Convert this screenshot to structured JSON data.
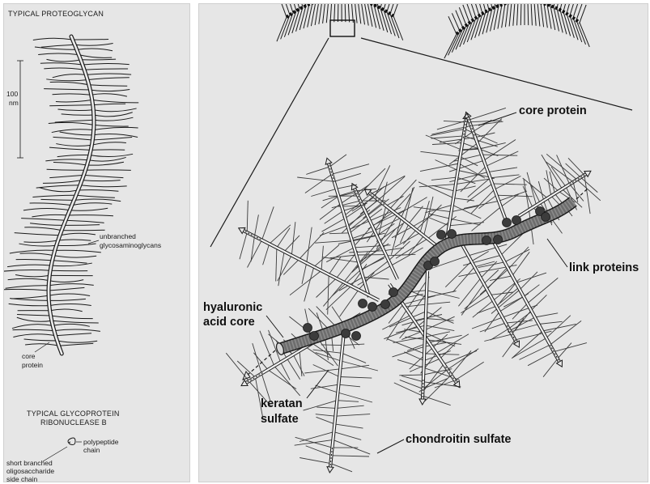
{
  "left": {
    "title": "TYPICAL PROTEOGLYCAN",
    "scale_value": "100",
    "scale_unit": "nm",
    "gag_label_1": "unbranched",
    "gag_label_2": "glycosaminoglycans",
    "core_label_1": "core",
    "core_label_2": "protein",
    "gp_title_1": "TYPICAL GLYCOPROTEIN",
    "gp_title_2": "RIBONUCLEASE B",
    "polypeptide_1": "polypeptide",
    "polypeptide_2": "chain",
    "side_chain_1": "short branched",
    "side_chain_2": "oligosaccharide",
    "side_chain_3": "side chain"
  },
  "right": {
    "core_protein": "core protein",
    "link_proteins": "link proteins",
    "hyaluronic_1": "hyaluronic",
    "hyaluronic_2": "acid core",
    "keratan_1": "keratan",
    "keratan_2": "sulfate",
    "chondroitin": "chondroitin sulfate"
  },
  "colors": {
    "panel_bg": "#e6e6e6",
    "ink": "#1a1a1a",
    "hyaluronic_fill": "#6d6d6d",
    "link_protein_fill": "#3c3c3c"
  }
}
